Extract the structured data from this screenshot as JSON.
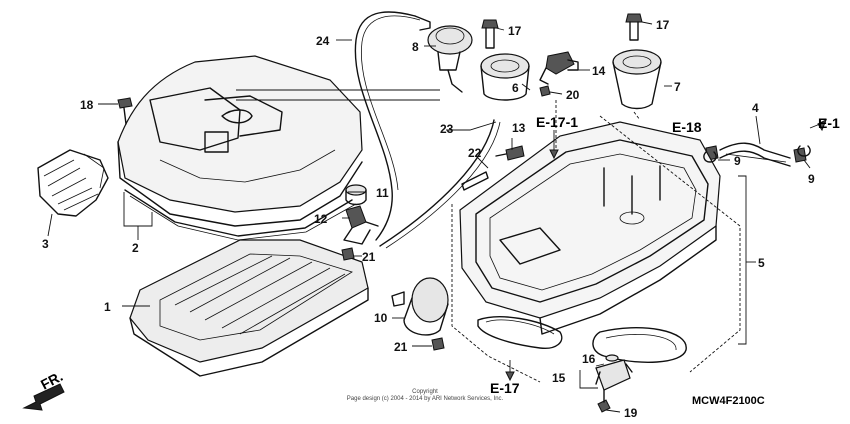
{
  "part_numbers": [
    "1",
    "2",
    "3",
    "4",
    "5",
    "6",
    "7",
    "8",
    "9",
    "9",
    "10",
    "11",
    "12",
    "13",
    "14",
    "15",
    "16",
    "17",
    "17",
    "18",
    "19",
    "20",
    "21",
    "21",
    "22",
    "23",
    "24"
  ],
  "references": [
    "E-17-1",
    "E-18",
    "E-1",
    "E-17"
  ],
  "direction_label": "FR.",
  "copyright": {
    "line1": "Copyright",
    "line2": "Page design (c) 2004 - 2014 by ARI Network Services, Inc."
  },
  "diagram_code": "MCW4F2100C"
}
